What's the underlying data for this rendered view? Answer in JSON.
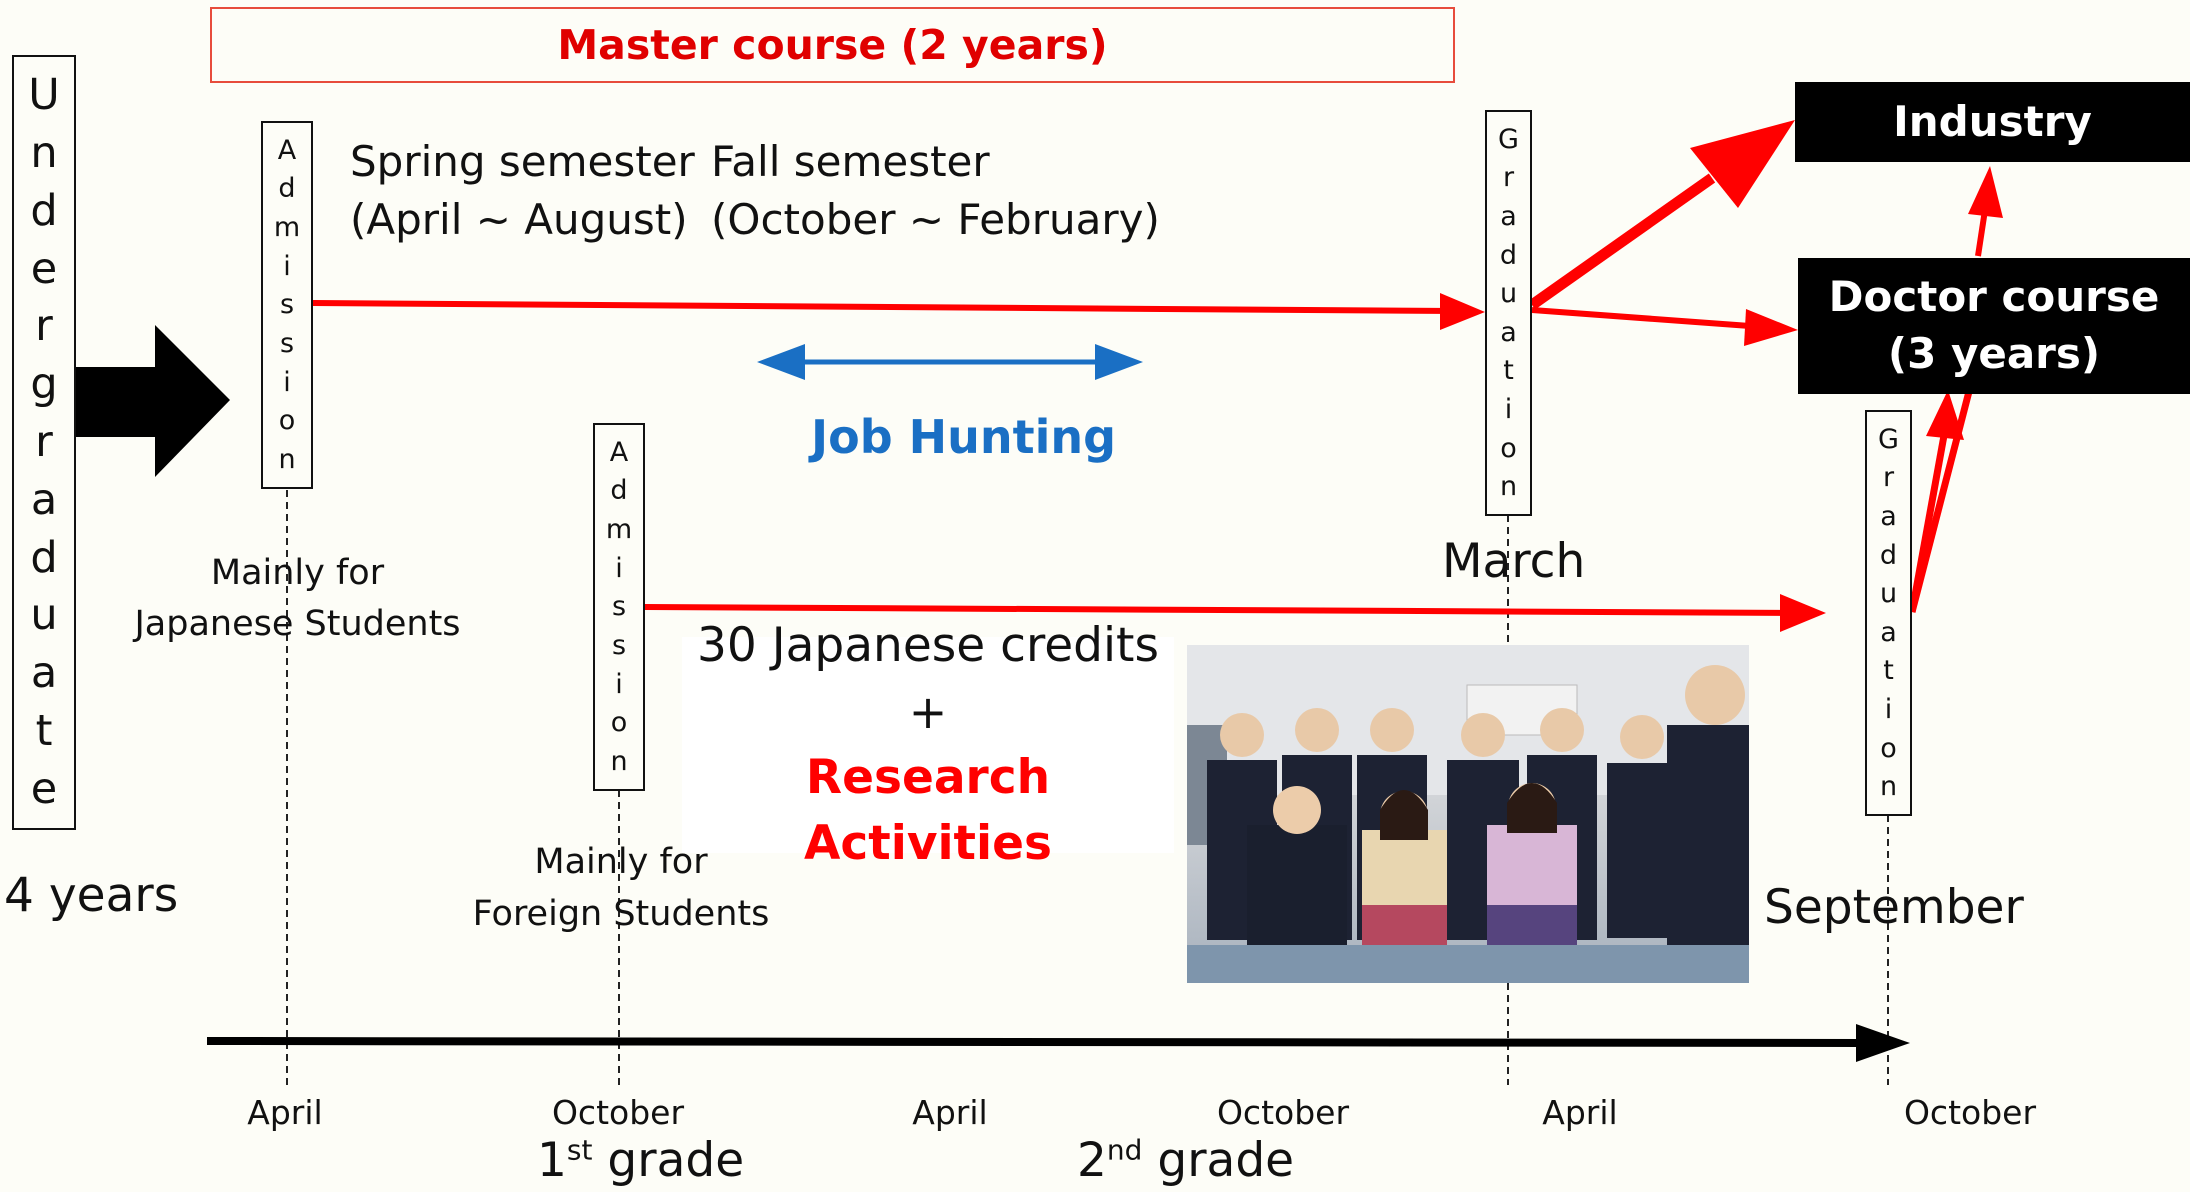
{
  "master_course": "Master course (2 years)",
  "undergraduate": {
    "letters": [
      "U",
      "n",
      "d",
      "e",
      "r",
      "g",
      "r",
      "a",
      "d",
      "u",
      "a",
      "t",
      "e"
    ],
    "years": "4 years"
  },
  "admission_label": [
    "A",
    "d",
    "m",
    "i",
    "s",
    "s",
    "i",
    "o",
    "n"
  ],
  "graduation_label": [
    "G",
    "r",
    "a",
    "d",
    "u",
    "a",
    "t",
    "i",
    "o",
    "n"
  ],
  "spring_semester": {
    "line1": "Spring semester",
    "line2": "(April ~ August)"
  },
  "fall_semester": {
    "line1": "Fall semester",
    "line2": "(October ~ February)"
  },
  "job_hunting": "Job Hunting",
  "japanese_track": {
    "line1": "Mainly for",
    "line2": "Japanese Students"
  },
  "foreign_track": {
    "line1": "Mainly for",
    "line2": "Foreign Students"
  },
  "credits": {
    "line1": "30 Japanese credits",
    "plus": "+",
    "line2": "Research Activities"
  },
  "march": "March",
  "september": "September",
  "industry": "Industry",
  "doctor_course": {
    "line1": "Doctor course",
    "line2": "(3 years)"
  },
  "timeline_months": [
    "April",
    "October",
    "April",
    "October",
    "April",
    "October"
  ],
  "grades": [
    {
      "num": "1",
      "sup": "st",
      "word": " grade"
    },
    {
      "num": "2",
      "sup": "nd",
      "word": " grade"
    }
  ],
  "colors": {
    "red": "#ff0000",
    "blue": "#1a6fc4",
    "black": "#000000",
    "background": "#fdfdf7"
  }
}
